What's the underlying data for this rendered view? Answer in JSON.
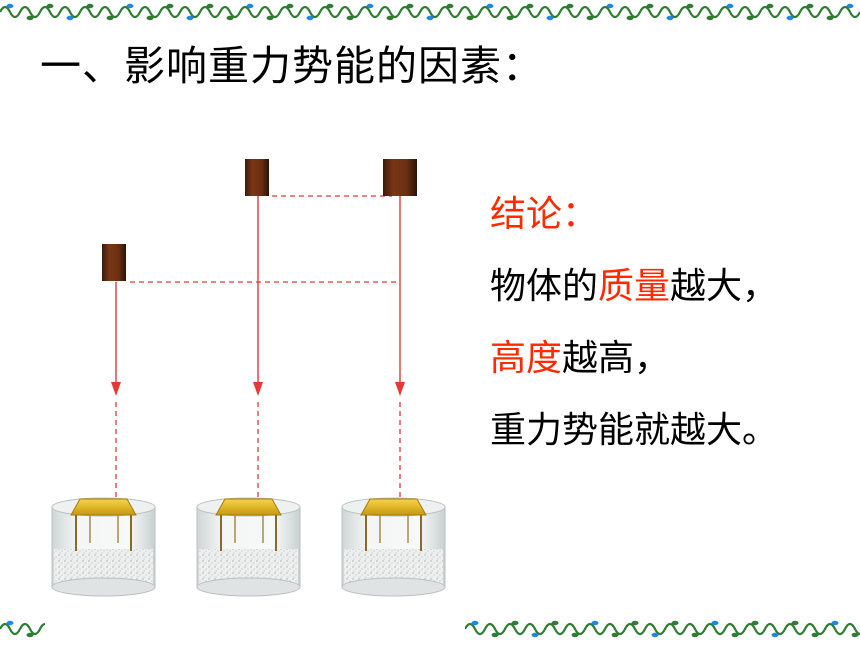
{
  "slide": {
    "title": "一、影响重力势能的因素：",
    "conclusion": {
      "heading": "结论：",
      "line1_a": "物体的",
      "line1_b": "质量",
      "line1_c": "越大，",
      "line2_a": "高度",
      "line2_b": "越高，",
      "line3": "重力势能就越大。"
    }
  },
  "colors": {
    "accent_red": "#ff2a00",
    "border_green": "#2e7d32",
    "border_blue": "#1e88e5",
    "block_brown": "#6b2e12",
    "guide_red": "#e53935"
  },
  "icons": {
    "border": "vine-border-icon",
    "block": "weight-block-icon",
    "table": "sand-container-table-icon"
  }
}
